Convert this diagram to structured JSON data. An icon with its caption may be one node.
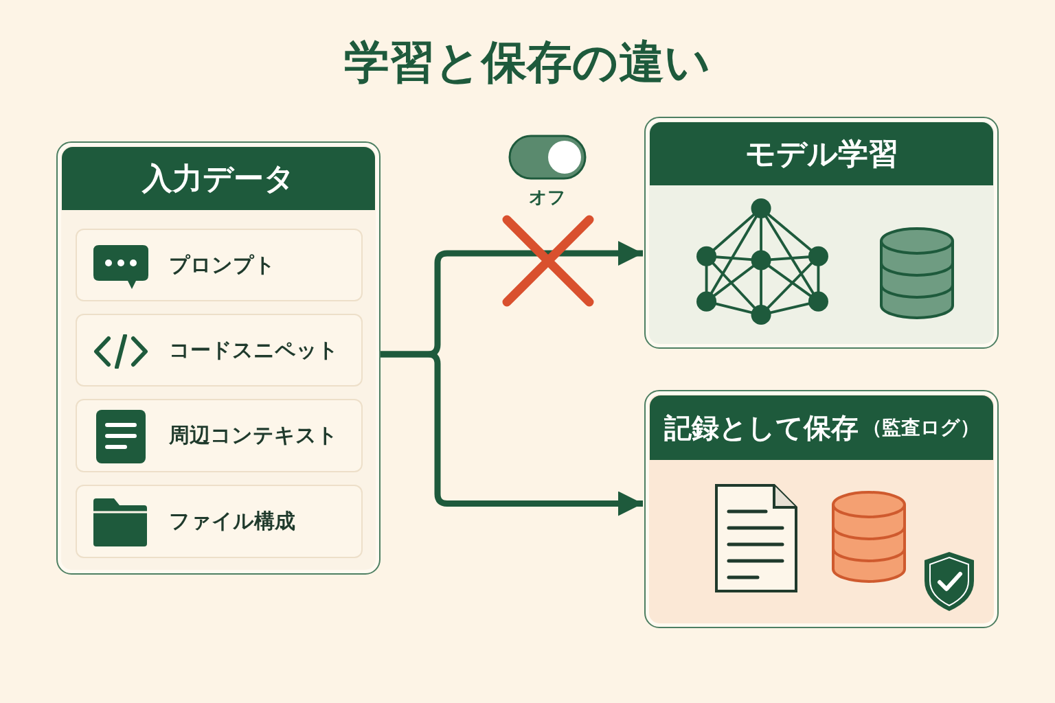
{
  "diagram": {
    "title": "学習と保存の違い",
    "nodes": [
      {
        "text": [
          "入力データ"
        ]
      },
      {
        "text": [
          "プロンプト"
        ],
        "in": 0
      },
      {
        "text": [
          "コードスニペット"
        ],
        "in": 0
      },
      {
        "text": [
          "周辺コンテキスト"
        ],
        "in": 0
      },
      {
        "text": [
          "ファイル構成"
        ],
        "in": 0
      },
      {
        "text": [
          "モデル学習"
        ]
      },
      {
        "text": [
          "記録として保存",
          "（監査ログ）"
        ]
      }
    ],
    "edges": [
      {
        "from": 0,
        "to": 5,
        "arrow": "to"
      },
      {
        "from": 0,
        "to": 6,
        "arrow": "to"
      }
    ],
    "labels": [
      "オフ"
    ]
  }
}
